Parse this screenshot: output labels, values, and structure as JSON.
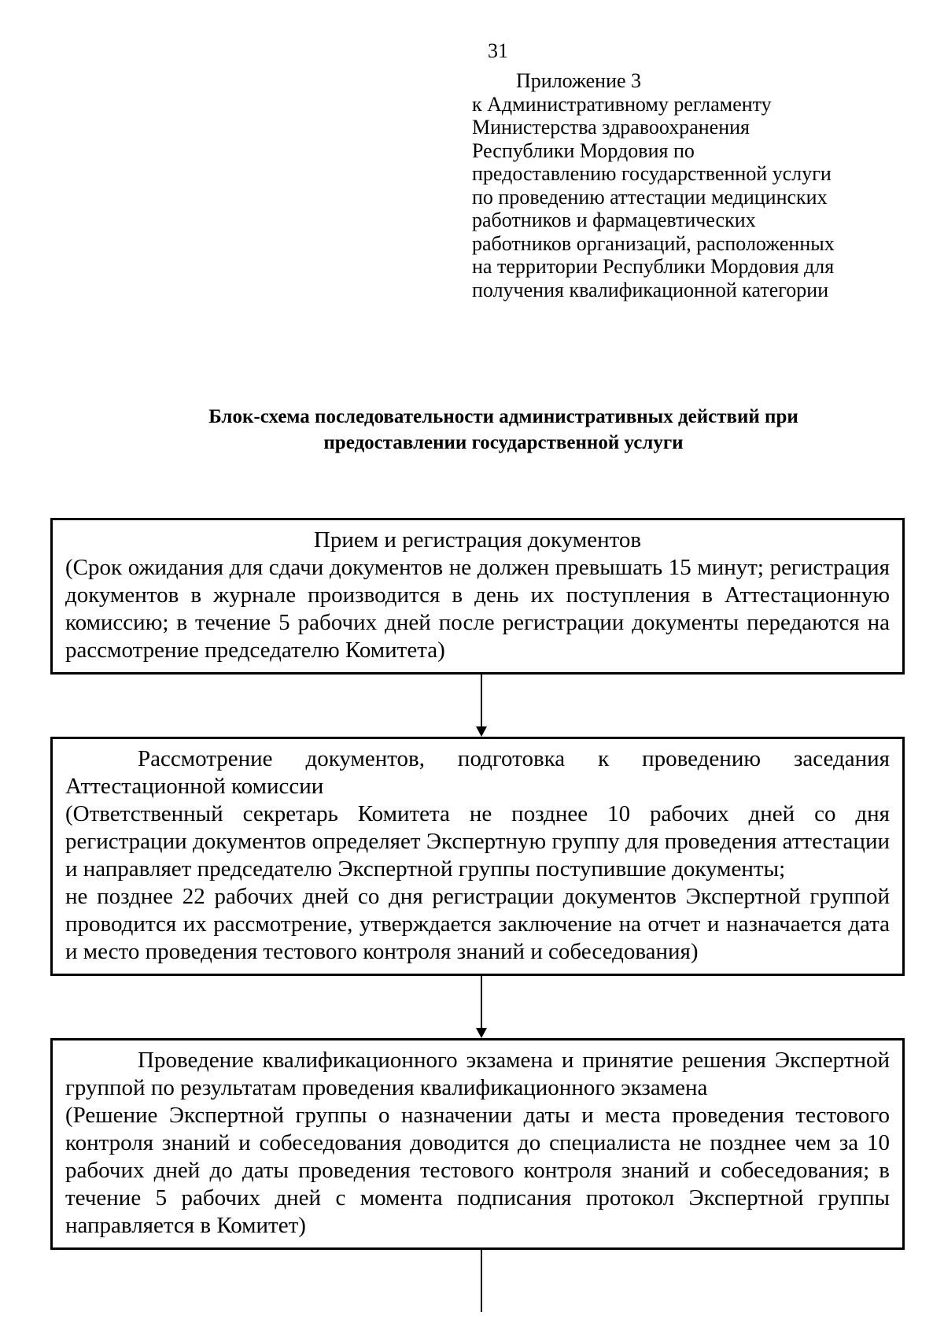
{
  "page": {
    "number": "31",
    "appendix_lines": [
      "Приложение 3",
      "к Административному регламенту",
      "Министерства здравоохранения",
      "Республики Мордовия по",
      "предоставлению государственной услуги",
      "по проведению аттестации медицинских",
      "работников и фармацевтических",
      "работников организаций, расположенных",
      "на территории Республики Мордовия для",
      "получения квалификационной категории"
    ],
    "title_lines": [
      "Блок-схема последовательности административных действий при",
      "предоставлении государственной услуги"
    ]
  },
  "flowchart": {
    "boxes": [
      {
        "heading": "Прием и регистрация документов",
        "body": [
          "(Срок ожидания для сдачи документов не должен превышать 15 минут; регистрация документов в журнале производится в день их поступления в Аттестационную комиссию; в течение 5 рабочих дней после регистрации документы передаются на рассмотрение председателю Комитета)"
        ]
      },
      {
        "heading": "Рассмотрение документов, подготовка к проведению заседания Аттестационной комиссии",
        "body": [
          "(Ответственный секретарь Комитета не позднее 10 рабочих дней со дня регистрации документов определяет Экспертную группу для проведения аттестации и направляет председателю Экспертной группы поступившие документы;",
          "не позднее 22 рабочих дней со дня регистрации документов Экспертной группой проводится их рассмотрение, утверждается заключение на отчет и назначается дата и место проведения тестового контроля знаний и собеседования)"
        ]
      },
      {
        "heading": "Проведение квалификационного экзамена и принятие решения Экспертной группой по результатам проведения квалификационного экзамена",
        "body": [
          "(Решение Экспертной группы о назначении даты и места проведения тестового контроля знаний и собеседования доводится до специалиста не позднее чем за 10 рабочих дней до даты проведения тестового контроля знаний и собеседования; в течение 5 рабочих дней с момента подписания протокол Экспертной группы направляется в Комитет)"
        ]
      }
    ]
  },
  "colors": {
    "page_background": "#ffffff",
    "text": "#000000",
    "box_border": "#000000"
  }
}
